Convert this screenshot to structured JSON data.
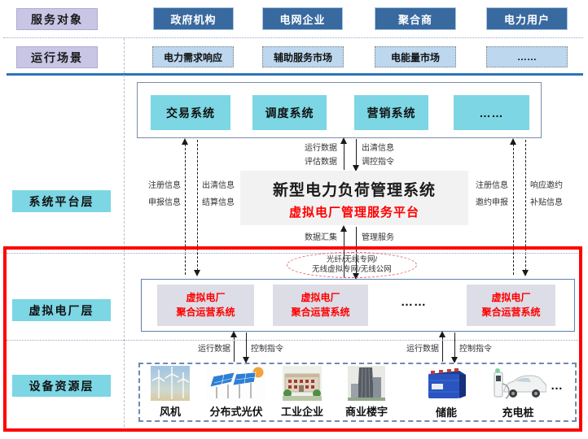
{
  "colors": {
    "dark_blue_box": "#38699f",
    "light_blue_box": "#bdd7ee",
    "lavender_box": "#c9c6e5",
    "cyan_box": "#7cd6e4",
    "center_box_bg": "#f2f2f2",
    "vpp_box_bg": "#dcdde6",
    "red_accent": "#ff0000",
    "blue_divider": "#2e74b5"
  },
  "service_row": {
    "label": "服务对象",
    "items": [
      "政府机构",
      "电网企业",
      "聚合商",
      "电力用户"
    ]
  },
  "scenario_row": {
    "label": "运行场景",
    "items": [
      "电力需求响应",
      "辅助服务市场",
      "电能量市场",
      "……"
    ]
  },
  "platform_layer": {
    "label": "系统平台层",
    "systems": [
      "交易系统",
      "调度系统",
      "营销系统",
      "……"
    ]
  },
  "center_system": {
    "title": "新型电力负荷管理系统",
    "subtitle": "虚拟电厂管理服务平台"
  },
  "flows": {
    "left_up": [
      "注册信息",
      "申报信息"
    ],
    "left_down": [
      "出清信息",
      "结算信息"
    ],
    "top_center_up": [
      "运行数据",
      "评估数据"
    ],
    "top_center_down": [
      "出清信息",
      "调控指令"
    ],
    "right_up": [
      "注册信息",
      "邀约申报"
    ],
    "right_down": [
      "响应邀约",
      "补贴信息"
    ],
    "bottom_center_up": "数据汇集",
    "bottom_center_down": "管理服务",
    "vpp_up": "运行数据",
    "vpp_down": "控制指令"
  },
  "network": {
    "line1": "光纤/无线专网/",
    "line2": "无线虚拟专网/无线公网"
  },
  "vpp_layer": {
    "label": "虚拟电厂层",
    "box_line1": "虚拟电厂",
    "box_line2": "聚合运营系统",
    "dots": "……"
  },
  "device_layer": {
    "label": "设备资源层",
    "dots": "…",
    "items": [
      {
        "label": "风机",
        "icon": "wind-turbine-icon"
      },
      {
        "label": "分布式光伏",
        "icon": "solar-pv-icon"
      },
      {
        "label": "工业企业",
        "icon": "industrial-enterprise-icon"
      },
      {
        "label": "商业楼宇",
        "icon": "commercial-building-icon"
      },
      {
        "label": "储能",
        "icon": "energy-storage-icon"
      },
      {
        "label": "充电桩",
        "icon": "ev-charger-icon"
      }
    ]
  }
}
